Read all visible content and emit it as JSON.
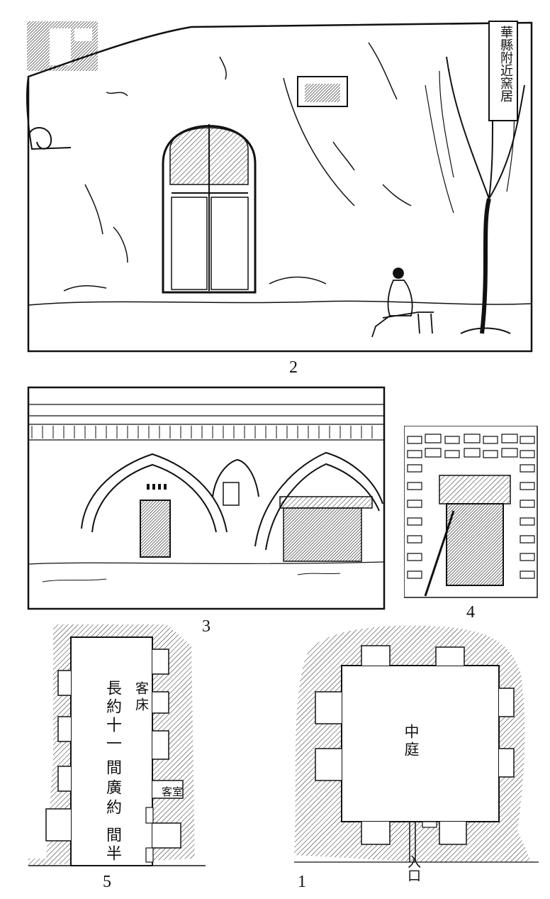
{
  "figures": {
    "fig2": {
      "number": "2",
      "signboard": "華縣附近窯居"
    },
    "fig3": {
      "number": "3"
    },
    "fig4": {
      "number": "4"
    },
    "fig5": {
      "number": "5",
      "dimension_note": {
        "line1": "長約十一",
        "line2": "間廣約",
        "line3": "間半"
      },
      "label_guest_bed": "客床",
      "label_guest_room": "客室"
    },
    "fig1": {
      "number": "1",
      "label_courtyard": "中庭",
      "label_entrance": "入口"
    }
  },
  "colors": {
    "ink": "#111111",
    "paper": "#ffffff"
  }
}
